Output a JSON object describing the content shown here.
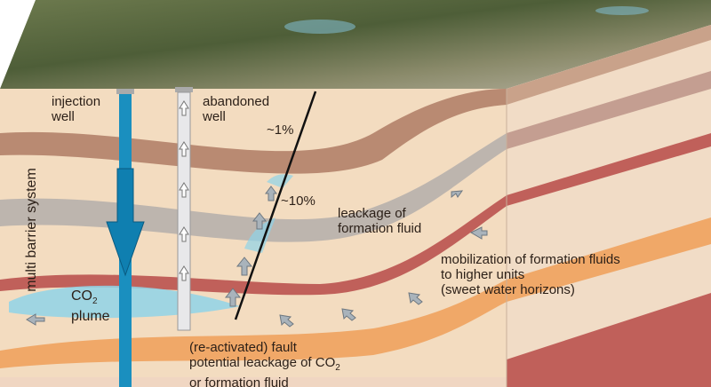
{
  "labels": {
    "injection_well": [
      "injection",
      "well"
    ],
    "abandoned_well": [
      "abandoned",
      "well"
    ],
    "pct_1": "~1%",
    "pct_10": "~10%",
    "leakage": [
      "leackage of",
      "formation fluid"
    ],
    "mobilization": [
      "mobilization of formation fluids",
      "to higher units",
      "(sweet water horizons)"
    ],
    "barrier": "multi barrier system",
    "plume": {
      "co": "CO",
      "sub": "2",
      "word": "plume"
    },
    "fault": {
      "line1": "(re-activated) fault",
      "line2": "potential leackage of CO",
      "line2_sub": "2",
      "line3": "or formation fluid"
    }
  },
  "colors": {
    "background_layer": "#f3dcc0",
    "brown_band": "#b98a72",
    "gray_band": "#bdb5ae",
    "red_band": "#c0605a",
    "orange_band": "#f0a868",
    "co2": "#8fd3e8",
    "injection_well": "#1a8fbf",
    "surface": "#5f6f45"
  }
}
